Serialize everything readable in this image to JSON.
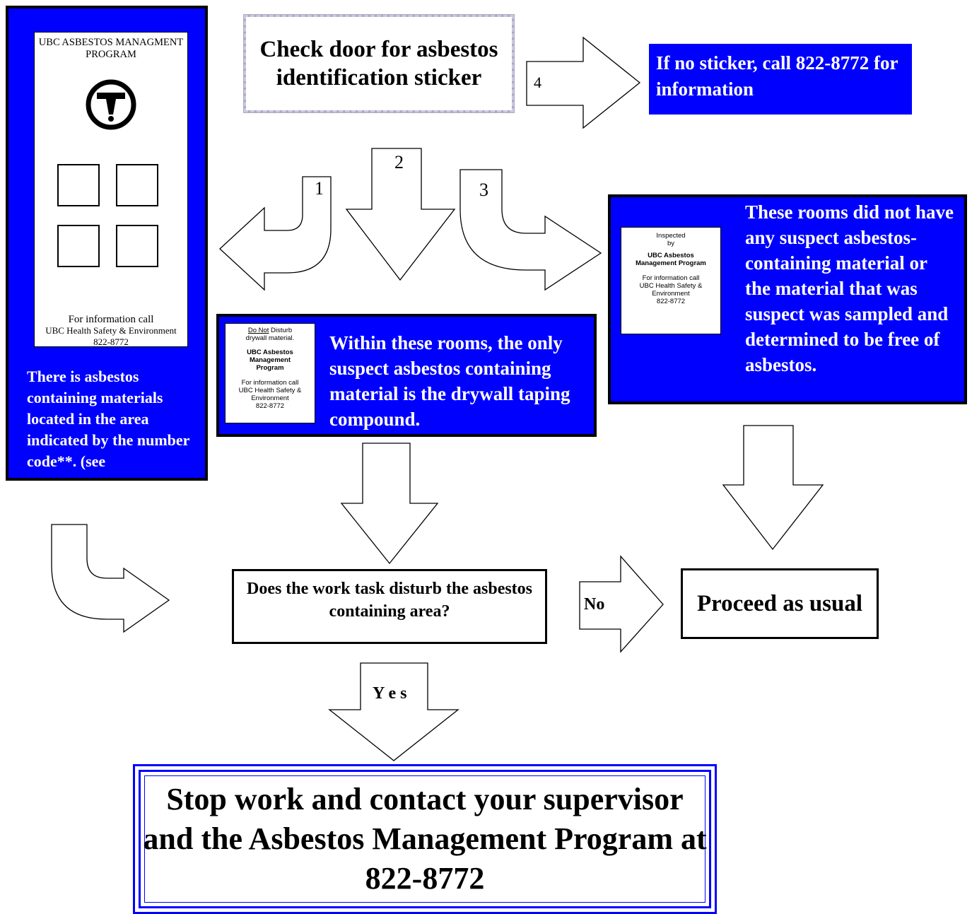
{
  "check_door": "Check door for asbestos identification sticker",
  "no_sticker": "If no sticker, call 822-8772 for information",
  "arrow_numbers": {
    "n1": "1",
    "n2": "2",
    "n3": "3",
    "n4": "4"
  },
  "left_sticker": {
    "title": "UBC ASBESTOS MANAGMENT PROGRAM",
    "info_line1": "For information call",
    "info_line2": "UBC Health Safety & Environment",
    "info_line3": "822-8772"
  },
  "left_text": "There is asbestos containing materials located in the area indicated by the number code**. (see",
  "drywall_sticker": {
    "do_not": "Do Not",
    "disturb": " Disturb",
    "material": "drywall material.",
    "program": "UBC Asbestos Management Program",
    "info_line1": "For information call",
    "info_line2": "UBC Health Safety & Environment",
    "info_line3": "822-8772"
  },
  "drywall_text": "Within these rooms, the only suspect asbestos containing material is the drywall taping compound.",
  "inspected_sticker": {
    "inspected": "Inspected",
    "by": "by",
    "program": "UBC Asbestos Management Program",
    "info_line1": "For information call",
    "info_line2": "UBC Health Safety & Environment",
    "info_line3": "822-8772"
  },
  "rooms_text": "These rooms did not have any suspect asbestos-containing material or the material that was suspect was sampled and determined to be free of asbestos.",
  "question": "Does the work task disturb the asbestos containing area?",
  "no_label": "No",
  "yes_label": "Y e s",
  "proceed": "Proceed as usual",
  "stop": "Stop work and contact your supervisor and the Asbestos Management Program at 822-8772",
  "colors": {
    "blue": "#0000ff",
    "black": "#000000",
    "white": "#ffffff"
  },
  "icon": "asbestos-t-symbol-icon"
}
